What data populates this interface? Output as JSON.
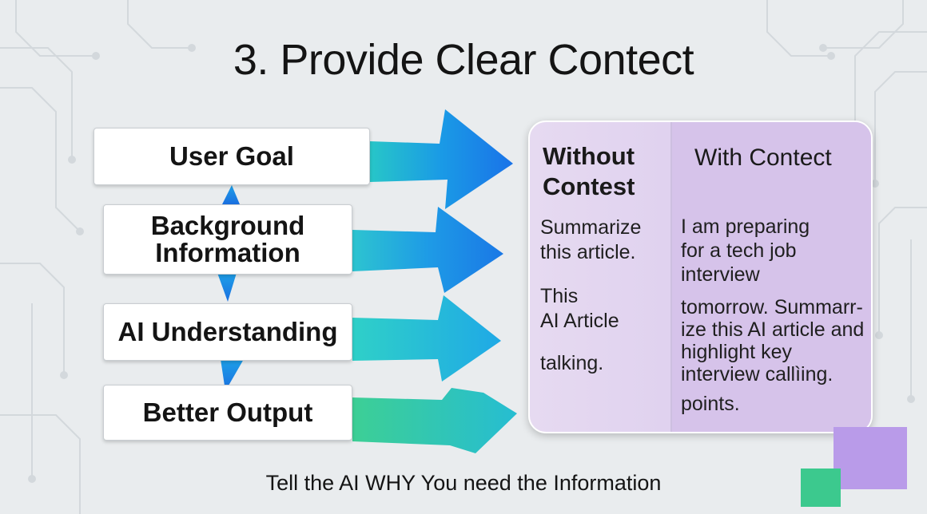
{
  "title": "3. Provide Clear Contect",
  "steps": [
    {
      "label": "User Goal"
    },
    {
      "label": "Background\nInformation"
    },
    {
      "label": "AI Understanding"
    },
    {
      "label": "Better Output"
    }
  ],
  "comparison": {
    "left": {
      "heading": "Without\nContest",
      "lines": [
        "Summarize\nthis article.",
        "This\nAI Article",
        "talking."
      ]
    },
    "right": {
      "heading": "With Contect",
      "lines": [
        "I am preparing\nfor a tech job\ninterview",
        "tomorrow. Summarr-\nize this AI article and\nhighlight key\ninterview callìing.",
        "points."
      ]
    }
  },
  "footer": "Tell the AI WHY You need the Information",
  "colors": {
    "arrow_blue": "#1a86e6",
    "arrow_cyan": "#2bb6e8",
    "arrow_green": "#34c98f",
    "panel_purple": "#d9c7ec",
    "deco_purple": "#b99be9",
    "deco_green": "#3cc98e"
  }
}
